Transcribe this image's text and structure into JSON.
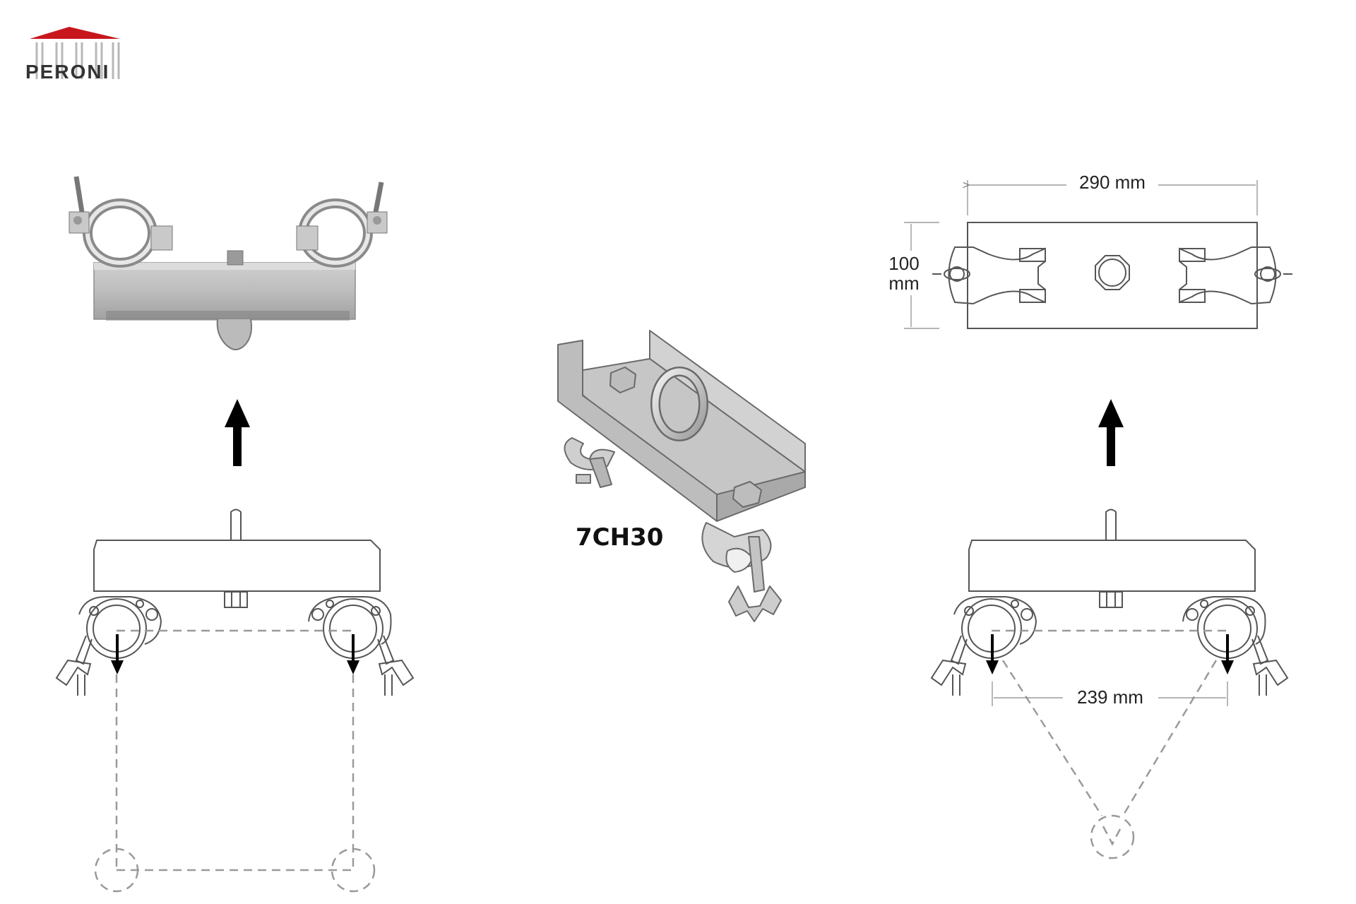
{
  "brand": {
    "logo_text": "PERONI",
    "roof_color": "#c8161d",
    "text_color": "#333333"
  },
  "product": {
    "model_code": "7CH30"
  },
  "dimensions": {
    "length": "290 mm",
    "width_line1": "100",
    "width_line2": "mm",
    "tube_spacing": "239 mm"
  },
  "colors": {
    "line": "#555555",
    "metal_light": "#e4e4e4",
    "metal_mid": "#b9b9b9",
    "metal_dark": "#8d8d8d",
    "arrow": "#000000",
    "dashed": "#9a9a9a"
  },
  "icons": {
    "up_arrow": "up-arrow-icon",
    "down_arrow": "down-arrow-icon"
  }
}
